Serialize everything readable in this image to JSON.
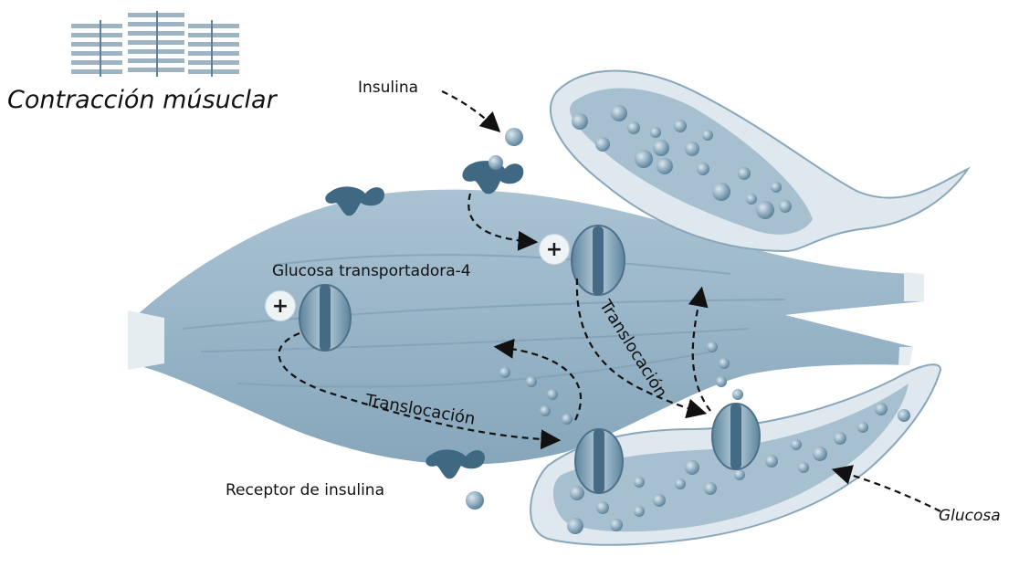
{
  "title": "Contracción músuclar",
  "labels": {
    "insulina": "Insulina",
    "glut4": "Glucosa transportadora-4",
    "receptor": "Receptor de insulina",
    "glucosa": "Glucosa",
    "translocacion_1": "Translocación",
    "translocacion_2": "Translocación",
    "plus_1": "+",
    "plus_2": "+"
  },
  "colors": {
    "muscle": "#9db8c9",
    "muscle_dark": "#6f93aa",
    "vessel": "#a9c2d2",
    "vessel_rim": "#e4ecf1",
    "receptor": "#3f6883",
    "glucose": "#7a9cb3",
    "arrow": "#111111"
  },
  "icons": {
    "myofibril": "myofibril-icon",
    "receptor": "insulin-receptor-icon",
    "transporter": "glut4-transporter-icon"
  }
}
